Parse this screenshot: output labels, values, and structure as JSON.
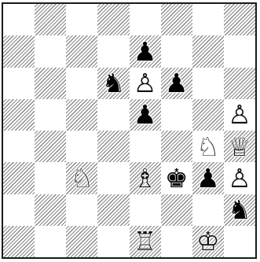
{
  "board": {
    "files": [
      "a",
      "b",
      "c",
      "d",
      "e",
      "f",
      "g",
      "h"
    ],
    "ranks": [
      8,
      7,
      6,
      5,
      4,
      3,
      2,
      1
    ],
    "pieces": [
      {
        "square": "e7",
        "color": "black",
        "type": "pawn",
        "glyph": "♟",
        "icon": "black-pawn-icon"
      },
      {
        "square": "d6",
        "color": "black",
        "type": "knight",
        "glyph": "♞",
        "icon": "black-knight-icon"
      },
      {
        "square": "e6",
        "color": "white",
        "type": "pawn",
        "glyph": "♙",
        "icon": "white-pawn-icon"
      },
      {
        "square": "f6",
        "color": "black",
        "type": "pawn",
        "glyph": "♟",
        "icon": "black-pawn-icon"
      },
      {
        "square": "e5",
        "color": "black",
        "type": "pawn",
        "glyph": "♟",
        "icon": "black-pawn-icon"
      },
      {
        "square": "h5",
        "color": "white",
        "type": "pawn",
        "glyph": "♙",
        "icon": "white-pawn-icon"
      },
      {
        "square": "g4",
        "color": "white",
        "type": "knight",
        "glyph": "♘",
        "icon": "white-knight-icon"
      },
      {
        "square": "h4",
        "color": "white",
        "type": "queen",
        "glyph": "♕",
        "icon": "white-queen-icon"
      },
      {
        "square": "c3",
        "color": "white",
        "type": "knight",
        "glyph": "♘",
        "icon": "white-knight-icon"
      },
      {
        "square": "e3",
        "color": "white",
        "type": "bishop",
        "glyph": "♗",
        "icon": "white-bishop-icon"
      },
      {
        "square": "f3",
        "color": "black",
        "type": "king",
        "glyph": "♚",
        "icon": "black-king-icon"
      },
      {
        "square": "g3",
        "color": "black",
        "type": "pawn",
        "glyph": "♟",
        "icon": "black-pawn-icon"
      },
      {
        "square": "h3",
        "color": "white",
        "type": "pawn",
        "glyph": "♙",
        "icon": "white-pawn-icon"
      },
      {
        "square": "h2",
        "color": "black",
        "type": "knight",
        "glyph": "♞",
        "icon": "black-knight-icon"
      },
      {
        "square": "e1",
        "color": "white",
        "type": "rook",
        "glyph": "♖",
        "icon": "white-rook-icon"
      },
      {
        "square": "g1",
        "color": "white",
        "type": "king",
        "glyph": "♔",
        "icon": "white-king-icon"
      }
    ]
  },
  "colors": {
    "border": "#1a1a1a",
    "dark_square_hatch": "#8a8a8a",
    "light_square": "#ffffff"
  }
}
